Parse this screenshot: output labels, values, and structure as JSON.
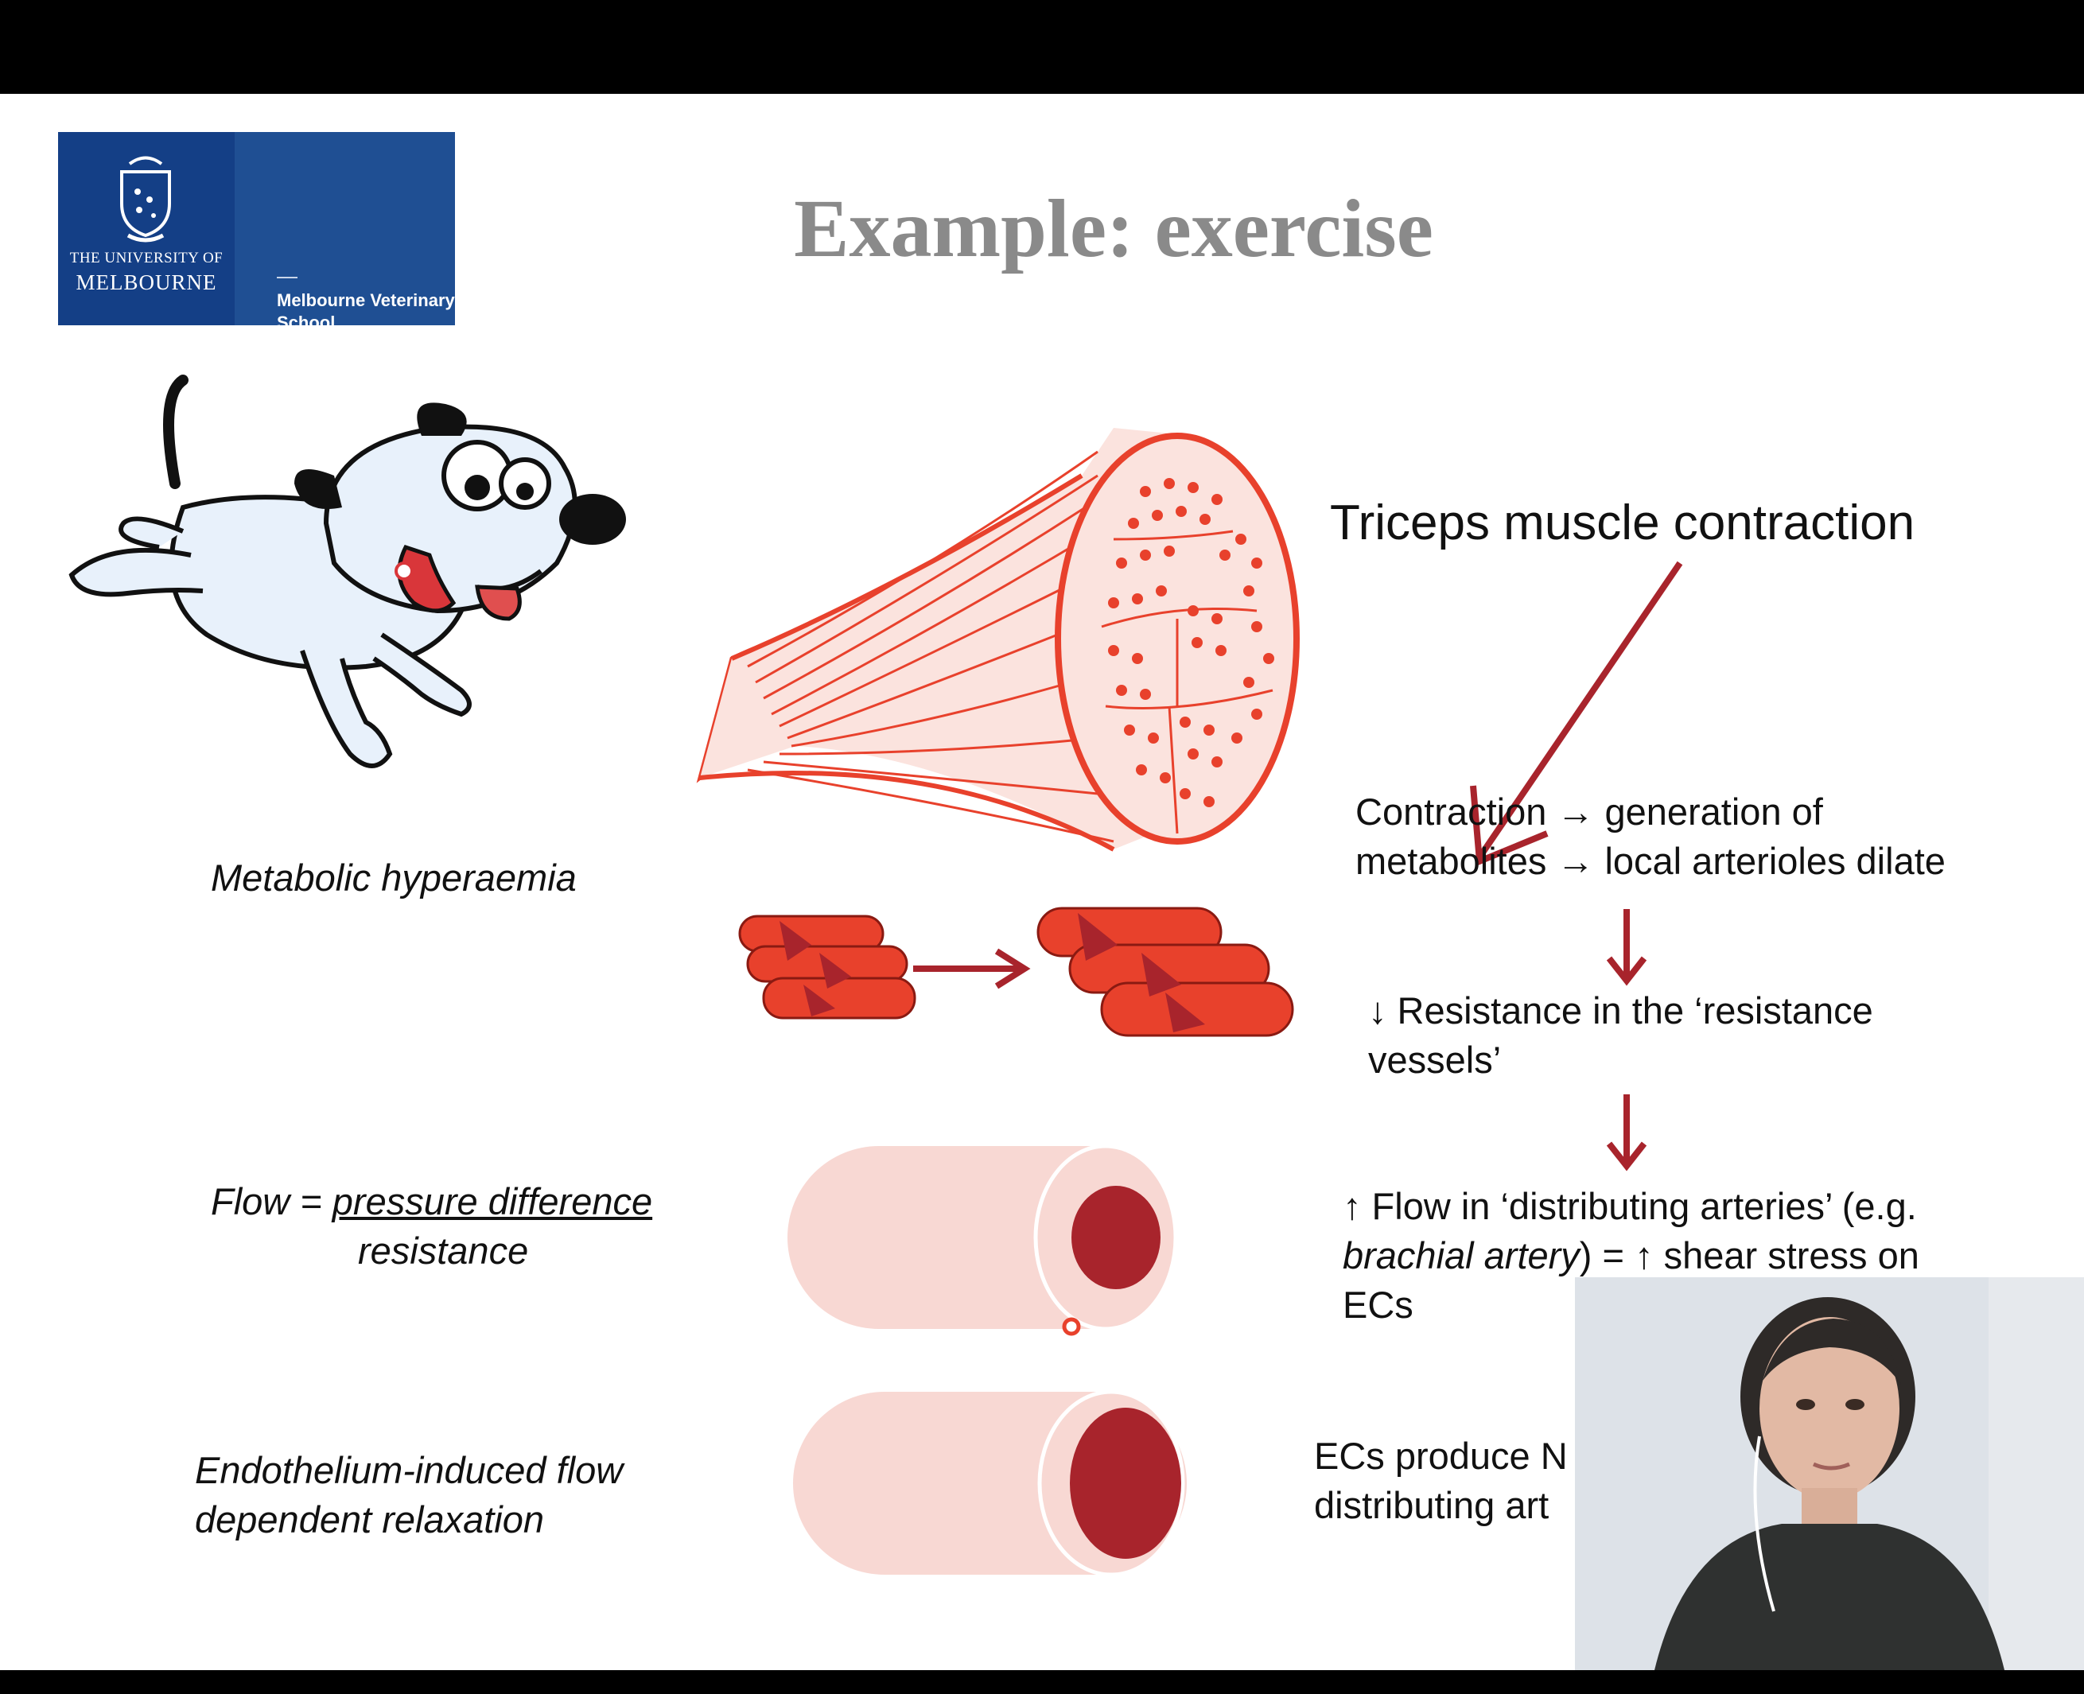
{
  "slide": {
    "title": "Example: exercise",
    "logo": {
      "university_line1": "THE UNIVERSITY OF",
      "university_line2": "MELBOURNE",
      "school_line1": "Melbourne Veterinary",
      "school_line2": "School"
    },
    "heading_triceps": "Triceps muscle contraction",
    "labels": {
      "metabolic": "Metabolic hyperaemia",
      "flow_prefix": "Flow = ",
      "flow_numerator": "pressure difference",
      "flow_denominator": "resistance",
      "endothelium_line1": "Endothelium-induced flow",
      "endothelium_line2": "dependent relaxation"
    },
    "steps": {
      "contraction_line1": "Contraction → generation of",
      "contraction_line2": "metabolites → local arterioles dilate",
      "resistance_line1": "↓ Resistance in the ‘resistance",
      "resistance_line2": "vessels’",
      "flow_line1": "↑ Flow in ‘distributing arteries’ (e.g.",
      "flow_line2_italic": "brachial artery",
      "flow_line2_rest": ") = ↑ shear stress on",
      "flow_line3": "ECs",
      "ecs_line1": "ECs produce N",
      "ecs_line2": "distributing art"
    },
    "colors": {
      "accent_red": "#a8242c",
      "muscle_red": "#e8412c",
      "vessel_pink": "#f8d8d3",
      "title_gray": "#8a8a8a",
      "logo_blue": "#1f4f93"
    }
  }
}
